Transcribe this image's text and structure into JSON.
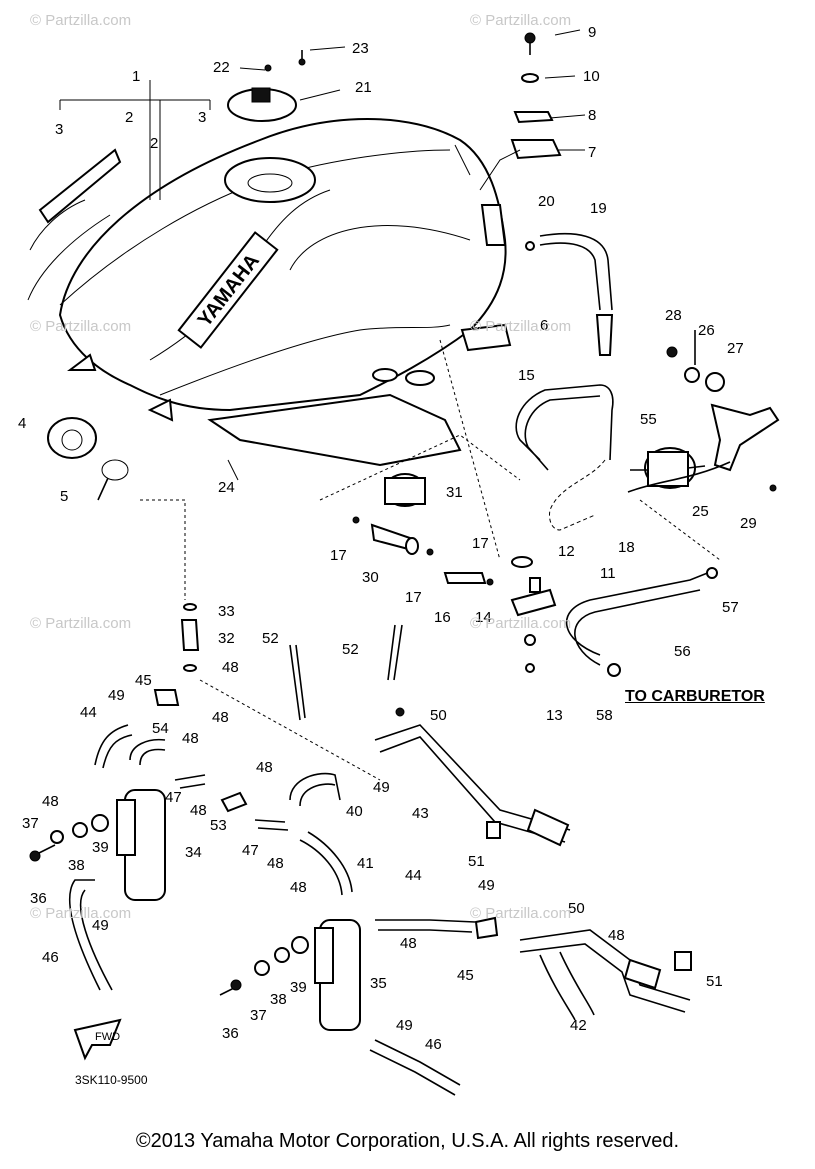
{
  "watermarks": [
    "© Partzilla.com",
    "© Partzilla.com",
    "© Partzilla.com",
    "© Partzilla.com",
    "© Partzilla.com",
    "© Partzilla.com",
    "© Partzilla.com",
    "© Partzilla.com"
  ],
  "tank_logo": "YAMAHA",
  "to_carburetor": "TO CARBURETOR",
  "diagram_code": "3SK110-9500",
  "fwd_label": "FWD",
  "copyright": "©2013  Yamaha Motor Corporation, U.S.A. All rights reserved.",
  "callouts": [
    "1",
    "2",
    "2",
    "3",
    "3",
    "4",
    "5",
    "6",
    "7",
    "8",
    "9",
    "10",
    "11",
    "12",
    "13",
    "14",
    "15",
    "16",
    "17",
    "17",
    "17",
    "18",
    "19",
    "20",
    "21",
    "22",
    "23",
    "24",
    "25",
    "26",
    "27",
    "28",
    "29",
    "30",
    "31",
    "32",
    "33",
    "34",
    "35",
    "36",
    "36",
    "37",
    "37",
    "38",
    "38",
    "39",
    "39",
    "40",
    "41",
    "42",
    "43",
    "44",
    "44",
    "45",
    "45",
    "46",
    "46",
    "47",
    "47",
    "48",
    "48",
    "48",
    "48",
    "48",
    "48",
    "48",
    "48",
    "48",
    "48",
    "49",
    "49",
    "49",
    "49",
    "49",
    "50",
    "50",
    "51",
    "51",
    "52",
    "52",
    "53",
    "54",
    "55",
    "56",
    "57",
    "58"
  ]
}
